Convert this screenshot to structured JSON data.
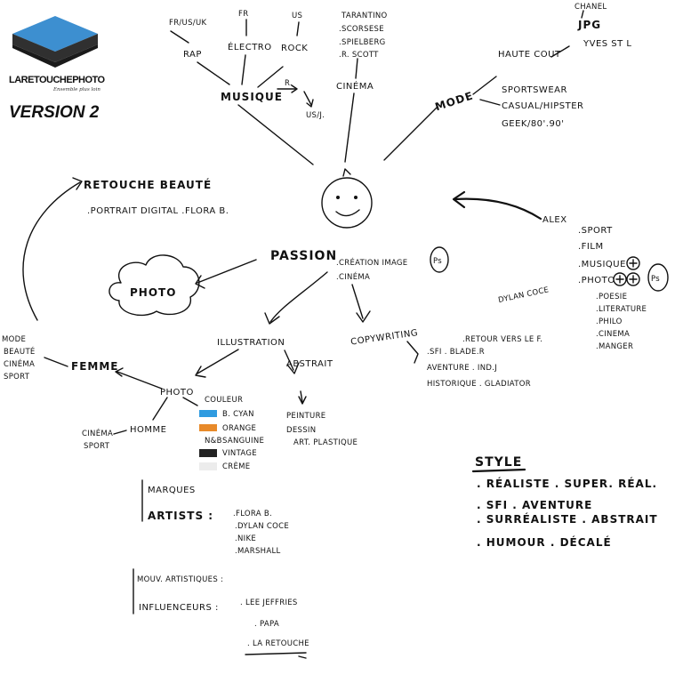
{
  "brand": {
    "name": "LARETOUCHEPHOTO",
    "tagline": "Ensemble plus loin",
    "version": "VERSION 2",
    "colors": {
      "blue": "#3d8fd0",
      "dark": "#1a1a1a"
    }
  },
  "center": {
    "title": "PASSION",
    "face_icon": "smiley-face-icon",
    "items": [
      ".CRÉATION IMAGE",
      ".CINÉMA"
    ],
    "ps_badge": "Ps"
  },
  "musique": {
    "label": "MUSIQUE",
    "rap": "RAP",
    "rap_origin": "FR/US/UK",
    "electro": "ÉLECTRO",
    "electro_origin": "FR",
    "rock": "ROCK",
    "rock_origin": "US",
    "r_note": "R.",
    "us_note": "US/J."
  },
  "cinema": {
    "label": "CINÉMA",
    "directors": [
      "TARANTINO",
      ".SCORSESE",
      ".SPIELBERG",
      ".R. SCOTT"
    ]
  },
  "mode": {
    "label": "MODE",
    "haute_couture": "HAUTE COUT",
    "brands": [
      "CHANEL",
      "JPG",
      "YVES ST L"
    ],
    "styles": [
      "SPORTSWEAR",
      "CASUAL/HIPSTER",
      "GEEK/80'.90'"
    ]
  },
  "retouche": {
    "title": "RETOUCHE BEAUTÉ",
    "subtitle": ".PORTRAIT DIGITAL .FLORA B."
  },
  "photo_cloud": "PHOTO",
  "alex": {
    "label": "ALEX",
    "items": [
      ".SPORT",
      ".FILM",
      ".MUSIQUE",
      ".PHOTO"
    ],
    "sub_items": [
      ".POESIE",
      ".LITERATURE",
      ".PHILO",
      ".CINEMA",
      ".MANGER"
    ],
    "ps_badge": "Ps"
  },
  "illustration": {
    "label": "ILLUSTRATION",
    "abstrait": "ABSTRAIT",
    "abstrait_items": [
      "PEINTURE",
      "DESSIN",
      "ART. PLASTIQUE"
    ],
    "photo": "PHOTO",
    "femme": "FEMME",
    "femme_items": [
      "MODE",
      "BEAUTÉ",
      "CINÉMA",
      "SPORT"
    ],
    "homme": "HOMME",
    "homme_items": [
      "CINÉMA",
      "SPORT"
    ],
    "couleur": "COULEUR",
    "swatches": [
      {
        "label": "B. CYAN",
        "color": "#2f9be0"
      },
      {
        "label": "ORANGE",
        "color": "#e88a2a"
      },
      {
        "label": "SANGUINE",
        "color": "#ffffff"
      },
      {
        "label": "VINTAGE",
        "color": "#222222"
      },
      {
        "label": "CRÈME",
        "color": "#ececec"
      }
    ],
    "nb": "N&B"
  },
  "copywriting": {
    "label": "COPYWRITING",
    "dylan": "DYLAN COCE",
    "lines": [
      ".SFI . BLADE.R",
      ".RETOUR VERS LE F.",
      "AVENTURE . IND.J",
      "HISTORIQUE . GLADIATOR"
    ]
  },
  "style": {
    "title": "STYLE",
    "lines": [
      ". RÉALISTE . SUPER. RÉAL.",
      ". SFI . AVENTURE",
      ". SURRÉALISTE . ABSTRAIT",
      ". HUMOUR . DÉCALÉ"
    ]
  },
  "marques": {
    "label": "MARQUES",
    "artists_label": "ARTISTS :",
    "artists": [
      ".FLORA B.",
      ".DYLAN COCE",
      ".NIKE",
      ".MARSHALL"
    ]
  },
  "mouvements": {
    "label": "MOUV. ARTISTIQUES :",
    "influenceurs_label": "INFLUENCEURS :",
    "influenceurs": [
      ". LEE JEFFRIES",
      ". PAPA",
      ". LA RETOUCHE"
    ]
  }
}
